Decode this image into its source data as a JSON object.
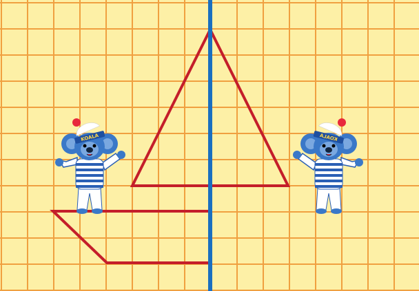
{
  "colors": {
    "background": "#fdf0a6",
    "grid_line": "#f0a040",
    "mirror_axis": "#1a6fc0",
    "shape_stroke": "#c41e2a",
    "koala_fur": "#3a78c8",
    "koala_fur_light": "#7aa8e0",
    "shirt_stripe": "#2a5fb5",
    "hat_band": "#1e4fa0",
    "hat_text": "#ffd84a",
    "pompom": "#e8283c"
  },
  "grid": {
    "columns": 16,
    "rows": 11
  },
  "figure": {
    "description_free": true,
    "sail": "triangle",
    "hull": "half-trapezoid-left"
  },
  "koala_left": {
    "hat_label": "KOALA",
    "icon": "koala-sailor-icon"
  },
  "koala_right": {
    "hat_label": "KOALA",
    "icon": "koala-sailor-icon",
    "mirrored": true
  }
}
